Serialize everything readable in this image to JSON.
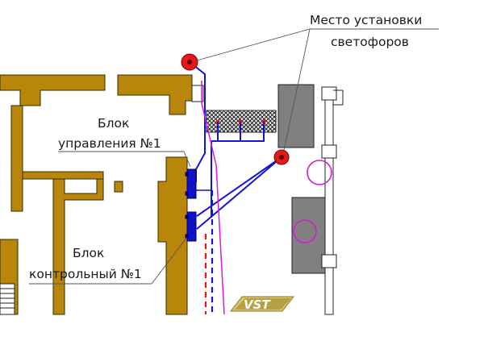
{
  "labels": {
    "signals_line1": "Место установки",
    "signals_line2": "светофоров",
    "control_unit_line1": "Блок",
    "control_unit_line2": "управления №1",
    "check_unit_line1": "Блок",
    "check_unit_line2": "контрольный №1"
  },
  "logo": {
    "text": "VST"
  },
  "colors": {
    "wall": "#b8860b",
    "wall_stroke": "#3a2a00",
    "cable_blue": "#1414d4",
    "cable_magenta": "#d81ad8",
    "cable_red_dashed": "#e01818",
    "signal_red": "#e41a1a",
    "equipment_gray": "#808080",
    "leader_line": "#555555"
  }
}
